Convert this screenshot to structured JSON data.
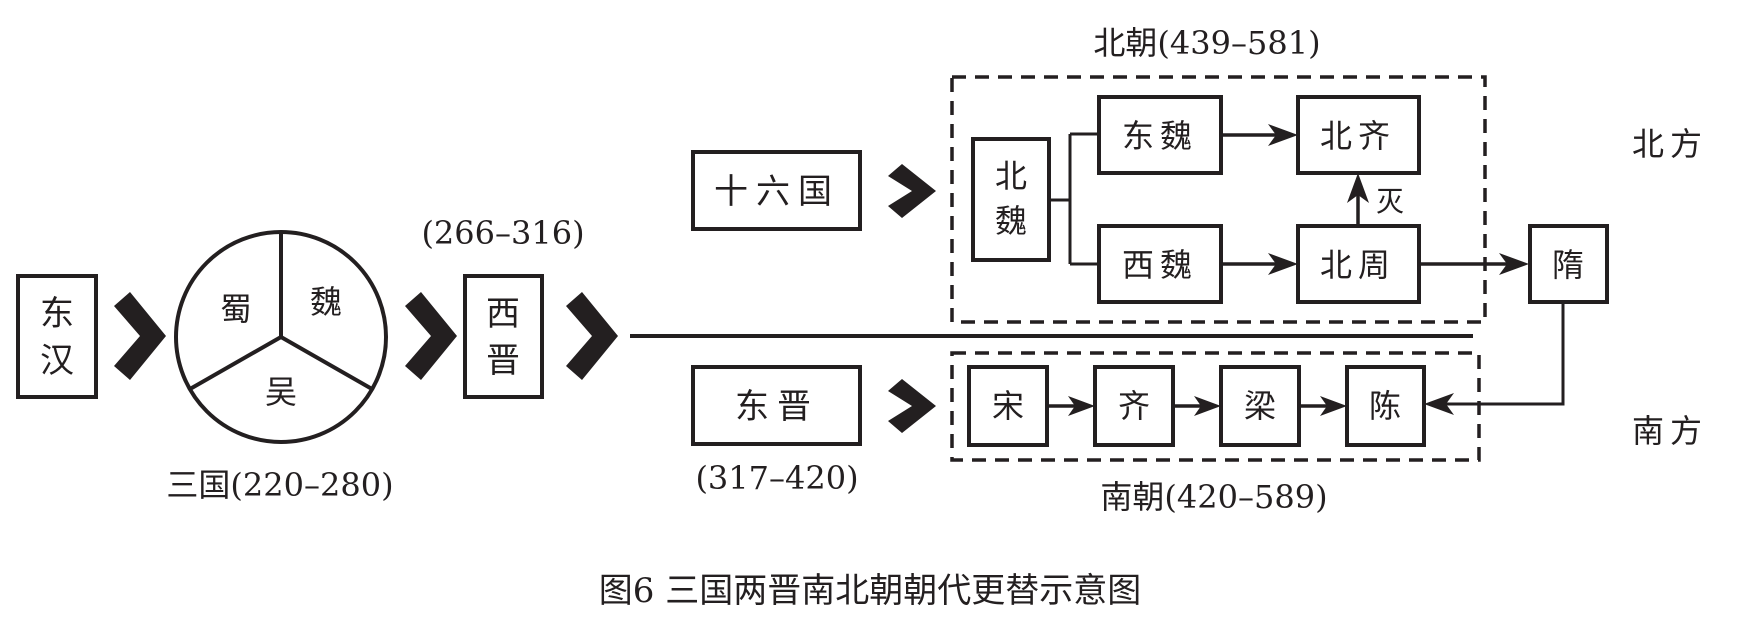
{
  "figure": {
    "caption": "图6  三国两晋南北朝朝代更替示意图"
  },
  "regions": {
    "north": "北方",
    "south": "南方"
  },
  "nodes": {
    "donghan": "东汉",
    "sanguo": {
      "shu": "蜀",
      "wei": "魏",
      "wu": "吴",
      "label": "三国(220–280)"
    },
    "xijin": {
      "name": "西晋",
      "years": "(266–316)"
    },
    "shiliuguo": "十六国",
    "dongjin": {
      "name": "东晋",
      "years": "(317–420)"
    },
    "beichao": {
      "label": "北朝(439–581)",
      "beiwei": "北魏",
      "dongwei": "东魏",
      "xiwei": "西魏",
      "beiqi": "北齐",
      "beizhou": "北周",
      "mie": "灭"
    },
    "nanchao": {
      "label": "南朝(420–589)",
      "song": "宋",
      "qi": "齐",
      "liang": "梁",
      "chen": "陈"
    },
    "sui": "隋"
  }
}
